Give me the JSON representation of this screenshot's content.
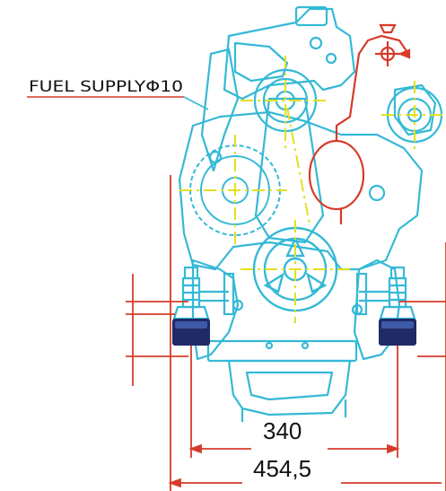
{
  "labels": {
    "fuel_supply": "FUEL SUPPLYΦ10",
    "dim_inner": "340",
    "dim_outer": "454,5"
  },
  "colors": {
    "engine": "#35b9d6",
    "centerline": "#e3e020",
    "fuel_line": "#d63b2a",
    "dimension": "#d63b2a",
    "mount_base": "#1f2a66",
    "text": "#111111"
  }
}
